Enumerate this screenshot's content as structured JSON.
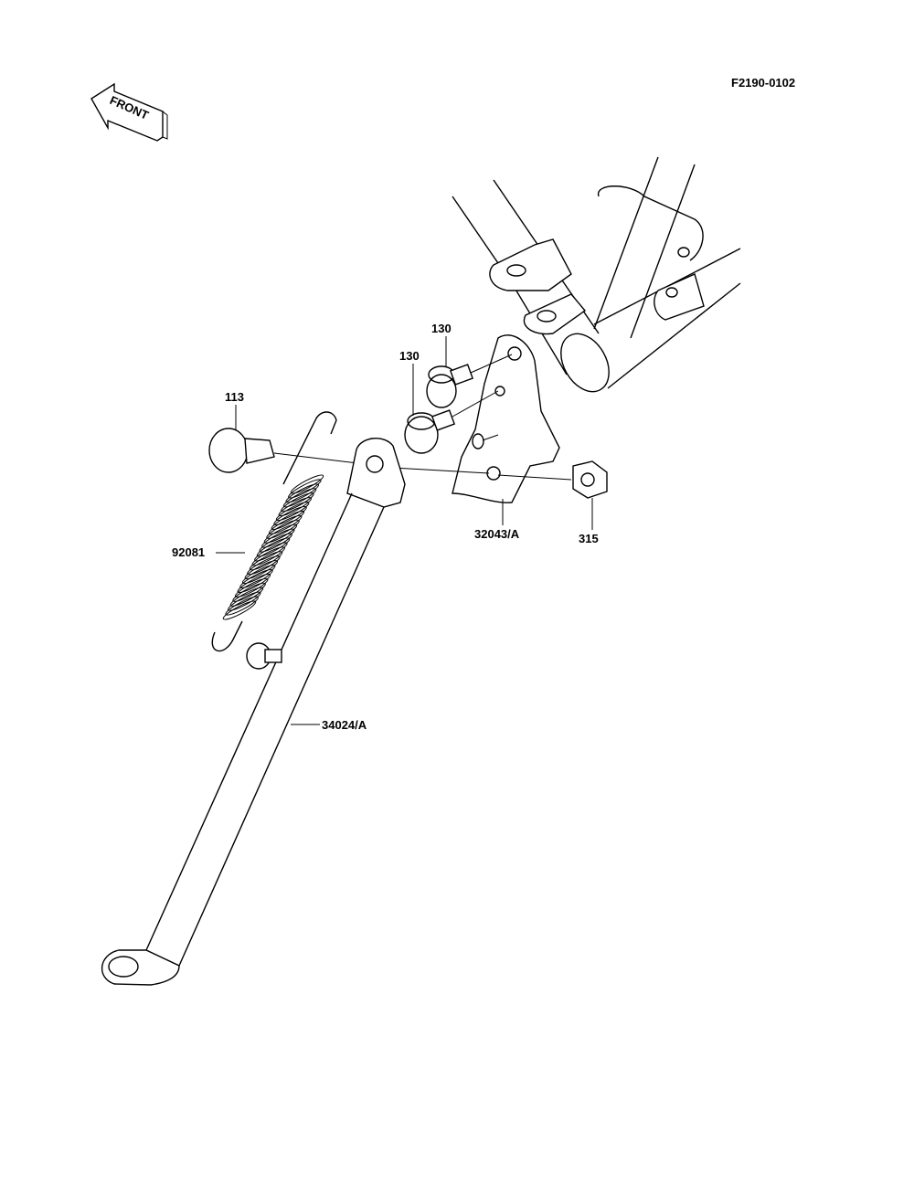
{
  "diagram_id": "F2190-0102",
  "front_label": "FRONT",
  "callouts": {
    "bolt_upper": "130",
    "bolt_lower": "130",
    "pivot_bolt": "113",
    "spring": "92081",
    "bracket": "32043/A",
    "nut": "315",
    "side_stand": "34024/A"
  }
}
